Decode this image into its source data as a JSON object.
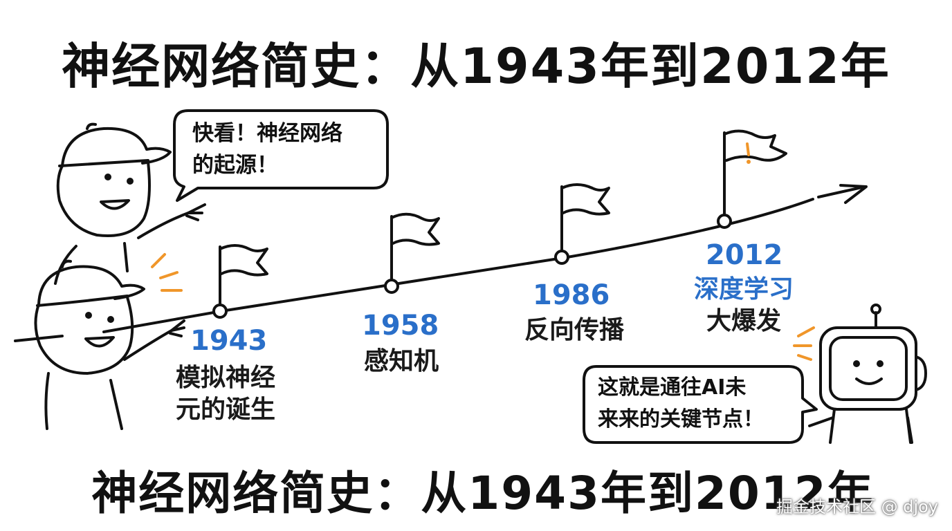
{
  "title": "神经网络简史：从1943年到2012年",
  "title_bottom": "神经网络简史：从1943年到2012年",
  "speech_kid": [
    "快看！神经网络",
    "的起源！"
  ],
  "speech_robot": [
    "这就是通往AI未",
    "来来的关键节点！"
  ],
  "milestones": [
    {
      "year": "1943",
      "lines": [
        "模拟神经",
        "元的诞生"
      ]
    },
    {
      "year": "1958",
      "lines": [
        "感知机"
      ]
    },
    {
      "year": "1986",
      "lines": [
        "反向传播"
      ]
    },
    {
      "year": "2012",
      "lines": [
        "深度学习",
        "大爆发"
      ]
    }
  ],
  "watermark": "掘金技术社区 @ djoy",
  "colors": {
    "year": "#2a6fc9",
    "accent": "#f0962a",
    "ink": "#111111"
  }
}
